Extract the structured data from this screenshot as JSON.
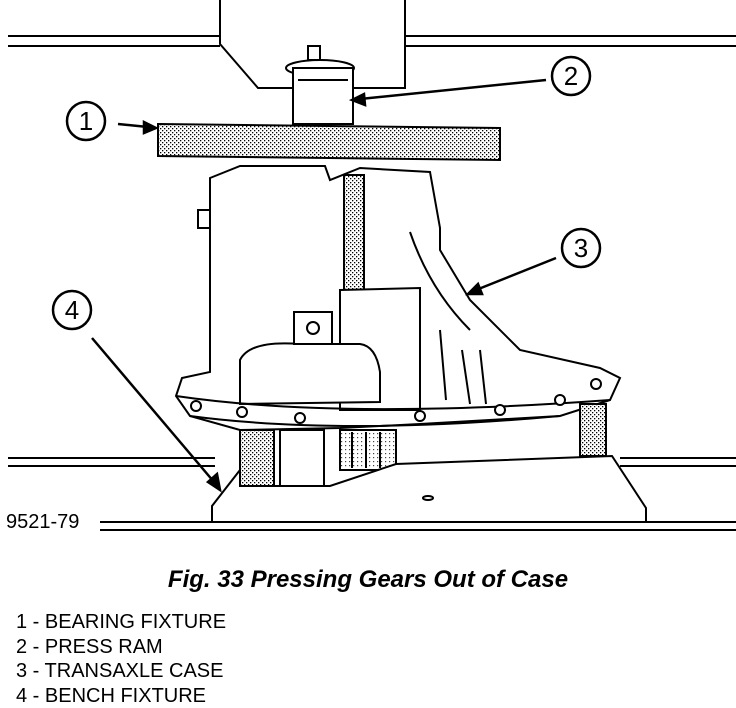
{
  "figure": {
    "id_label": "9521-79",
    "caption": "Fig. 33 Pressing Gears Out of Case"
  },
  "callouts": [
    {
      "number": "1",
      "label": "BEARING FIXTURE"
    },
    {
      "number": "2",
      "label": "PRESS RAM"
    },
    {
      "number": "3",
      "label": "TRANSAXLE CASE"
    },
    {
      "number": "4",
      "label": "BENCH FIXTURE"
    }
  ],
  "legend": [
    "1 - BEARING FIXTURE",
    "2 - PRESS RAM",
    "3 - TRANSAXLE CASE",
    "4 - BENCH FIXTURE"
  ]
}
